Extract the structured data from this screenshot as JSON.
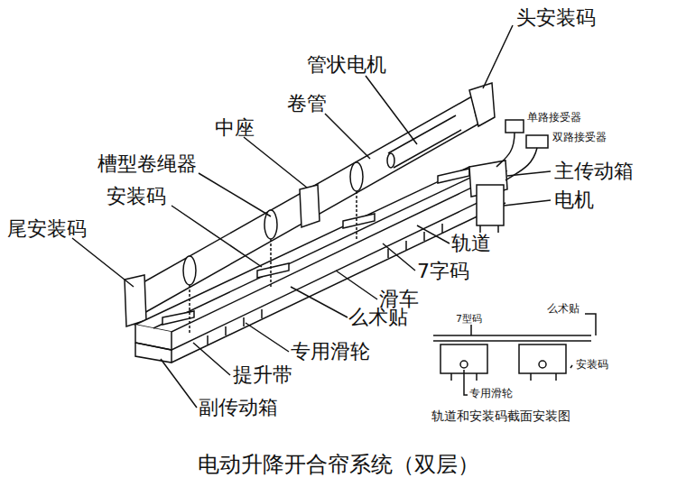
{
  "diagram": {
    "title": "电动升降开合帘系统（双层）",
    "labels": [
      "头安装码",
      "管状电机",
      "卷管",
      "中座",
      "槽型卷绳器",
      "安装码",
      "尾安装码",
      "单路接受器",
      "双路接受器",
      "主传动箱",
      "电机",
      "轨道",
      "7字码",
      "滑车",
      "么术贴",
      "专用滑轮",
      "提升带",
      "副传动箱",
      "么术贴",
      "7型码",
      "安装码",
      "专用滑轮",
      "轨道和安装码截面安装图"
    ]
  }
}
